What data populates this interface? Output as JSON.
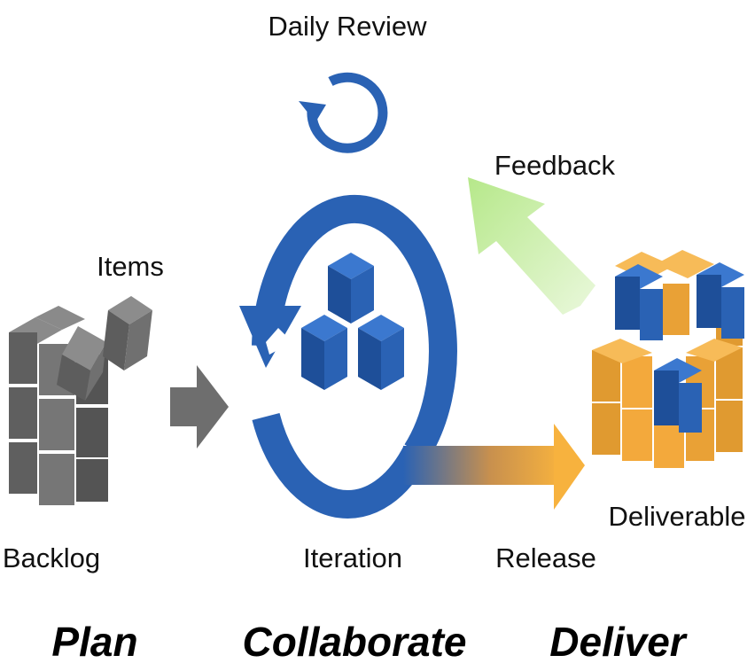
{
  "labels": {
    "daily_review": "Daily Review",
    "feedback": "Feedback",
    "items": "Items",
    "backlog": "Backlog",
    "iteration": "Iteration",
    "release": "Release",
    "deliverable": "Deliverable"
  },
  "phases": {
    "plan": "Plan",
    "collaborate": "Collaborate",
    "deliver": "Deliver"
  },
  "colors": {
    "blue": "#2a62b4",
    "blue_dark": "#1d4e96",
    "gray": "#6e6e6e",
    "orange": "#f3a93c",
    "green": "#c8eea6"
  },
  "icons": {
    "daily_loop": "circular-arrow-icon",
    "iteration_loop": "circular-arrow-icon",
    "handoff": "right-arrow-icon",
    "release": "right-arrow-icon",
    "feedback": "diagonal-arrow-icon"
  }
}
